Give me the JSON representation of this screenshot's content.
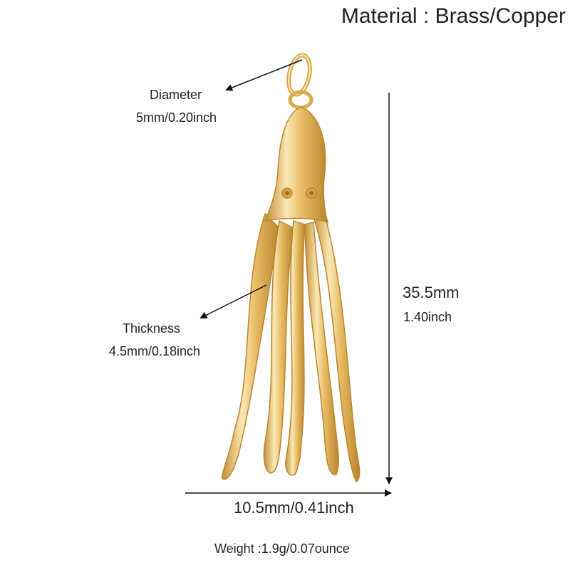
{
  "title": "Material : Brass/Copper",
  "diameter": {
    "label": "Diameter",
    "value": "5mm/0.20inch"
  },
  "thickness": {
    "label": "Thickness",
    "value": "4.5mm/0.18inch"
  },
  "height": {
    "mm": "35.5mm",
    "inch": "1.40inch"
  },
  "width": {
    "value": "10.5mm/0.41inch"
  },
  "weight": "Weight :1.9g/0.07ounce",
  "colors": {
    "gold": "#e6b95f",
    "gold_light": "#fbe8b4",
    "gold_dark": "#b9852f",
    "text": "#222222"
  },
  "icons": [
    "octopus-pendant",
    "jump-ring",
    "arrow"
  ]
}
